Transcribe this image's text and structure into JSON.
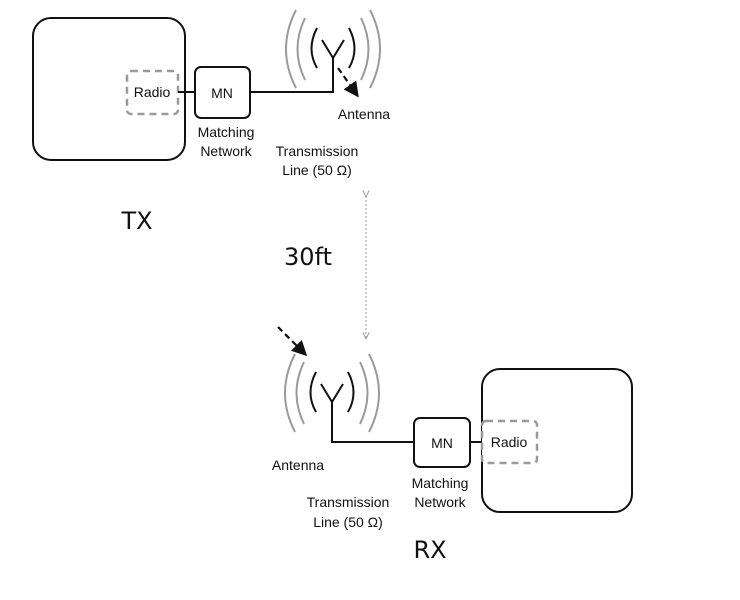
{
  "tx": {
    "device_label": "TX",
    "radio_label": "Radio",
    "mn_label": "MN",
    "matching_network": [
      "Matching",
      "Network"
    ],
    "transmission_line": [
      "Transmission",
      "Line (50 Ω)"
    ],
    "antenna_label": "Antenna"
  },
  "rx": {
    "device_label": "RX",
    "radio_label": "Radio",
    "mn_label": "MN",
    "matching_network": [
      "Matching",
      "Network"
    ],
    "transmission_line": [
      "Transmission",
      "Line (50 Ω)"
    ],
    "antenna_label": "Antenna"
  },
  "distance_label": "30ft",
  "colors": {
    "line": "#111111",
    "dashed": "#9a9a9a"
  }
}
